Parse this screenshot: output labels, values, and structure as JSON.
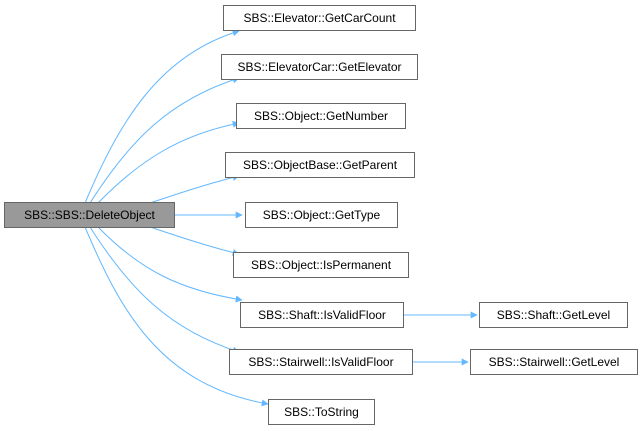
{
  "diagram": {
    "root": {
      "label": "SBS::SBS::DeleteObject"
    },
    "callees": [
      {
        "label": "SBS::Elevator::GetCarCount"
      },
      {
        "label": "SBS::ElevatorCar::GetElevator"
      },
      {
        "label": "SBS::Object::GetNumber"
      },
      {
        "label": "SBS::ObjectBase::GetParent"
      },
      {
        "label": "SBS::Object::GetType"
      },
      {
        "label": "SBS::Object::IsPermanent"
      },
      {
        "label": "SBS::Shaft::IsValidFloor"
      },
      {
        "label": "SBS::Stairwell::IsValidFloor"
      },
      {
        "label": "SBS::ToString"
      }
    ],
    "second_level": [
      {
        "label": "SBS::Shaft::GetLevel"
      },
      {
        "label": "SBS::Stairwell::GetLevel"
      }
    ]
  },
  "colors": {
    "edge": "#63b8ff",
    "node_border": "#666666",
    "root_fill": "#999999",
    "node_fill": "#ffffff"
  }
}
